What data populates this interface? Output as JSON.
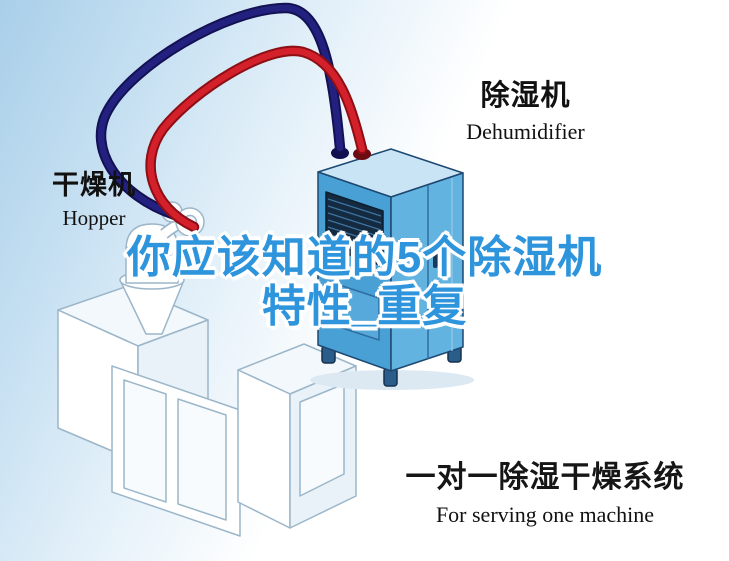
{
  "labels": {
    "dryer": {
      "cn": "干燥机",
      "en": "Hopper"
    },
    "dehumidifier": {
      "cn": "除湿机",
      "en": "Dehumidifier"
    }
  },
  "headline": {
    "line1": "你应该知道的5个除湿机",
    "line2": "特性_重复",
    "color": "#2e95dd"
  },
  "caption": {
    "cn": "一对一除湿干燥系统",
    "en": "For serving one machine"
  },
  "illustration": {
    "hose_red_color": "#d3202a",
    "hose_navy_color": "#232180",
    "dehumidifier_body_color": "#49a0d4",
    "background_top_color": "#a9cfe9"
  }
}
